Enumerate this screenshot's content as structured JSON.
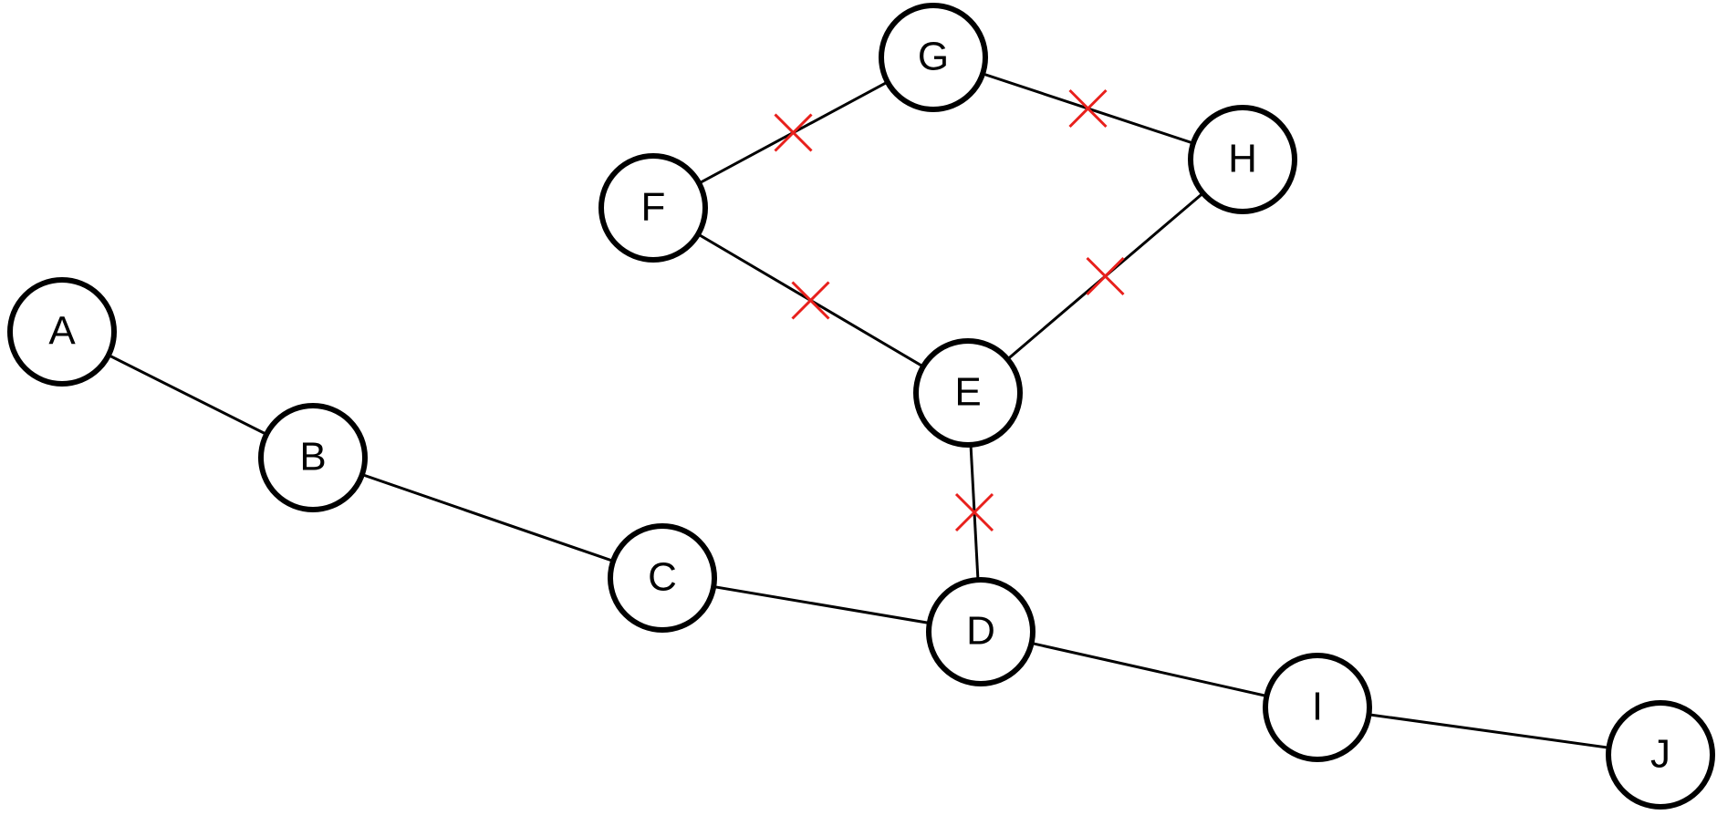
{
  "nodes": [
    {
      "id": "A",
      "label": "A"
    },
    {
      "id": "B",
      "label": "B"
    },
    {
      "id": "C",
      "label": "C"
    },
    {
      "id": "D",
      "label": "D"
    },
    {
      "id": "E",
      "label": "E"
    },
    {
      "id": "F",
      "label": "F"
    },
    {
      "id": "G",
      "label": "G"
    },
    {
      "id": "H",
      "label": "H"
    },
    {
      "id": "I",
      "label": "I"
    },
    {
      "id": "J",
      "label": "J"
    }
  ],
  "edges": [
    {
      "from": "A",
      "to": "B",
      "cut": false
    },
    {
      "from": "B",
      "to": "C",
      "cut": false
    },
    {
      "from": "C",
      "to": "D",
      "cut": false
    },
    {
      "from": "D",
      "to": "I",
      "cut": false
    },
    {
      "from": "I",
      "to": "J",
      "cut": false
    },
    {
      "from": "D",
      "to": "E",
      "cut": true
    },
    {
      "from": "E",
      "to": "F",
      "cut": true
    },
    {
      "from": "F",
      "to": "G",
      "cut": true
    },
    {
      "from": "G",
      "to": "H",
      "cut": true
    },
    {
      "from": "H",
      "to": "E",
      "cut": true
    }
  ],
  "colors": {
    "edge": "#000000",
    "cut_mark": "#e8201c",
    "node_fill": "#ffffff",
    "node_stroke": "#000000"
  }
}
